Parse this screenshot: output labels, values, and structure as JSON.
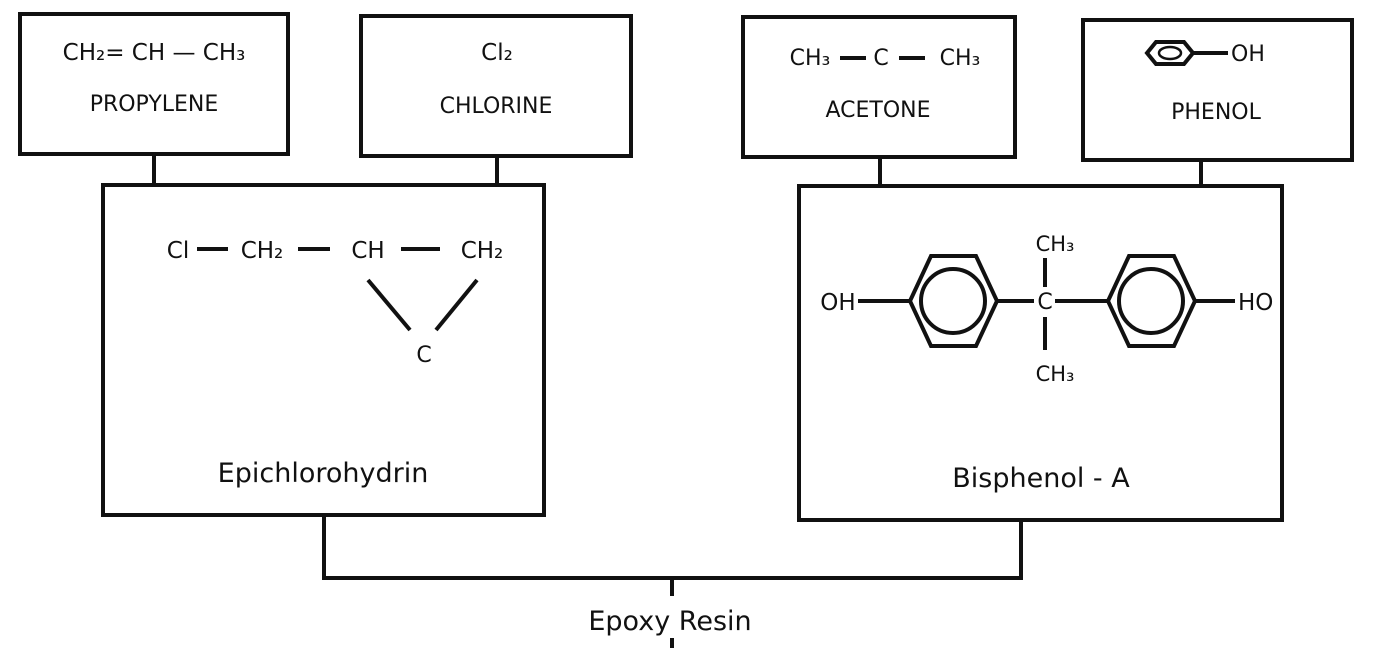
{
  "diagram": {
    "propylene": {
      "formula": "CH₂= CH — CH₃",
      "name": "PROPYLENE"
    },
    "chlorine": {
      "formula": "Cl₂",
      "name": "CHLORINE"
    },
    "acetone": {
      "formula_left": "CH₃",
      "formula_mid": "C",
      "formula_right": "CH₃",
      "name": "ACETONE"
    },
    "phenol": {
      "formula": "OH",
      "name": "PHENOL"
    },
    "epichlorohydrin": {
      "atom_cl": "Cl",
      "atom_ch2_a": "CH₂",
      "atom_ch": "CH",
      "atom_ch2_b": "CH₂",
      "atom_c": "C",
      "name": "Epichlorohydrin"
    },
    "bisphenol": {
      "oh_left": "OH",
      "ho_right": "HO",
      "ch3_top": "CH₃",
      "ch3_bottom": "CH₃",
      "center_c": "C",
      "name": "Bisphenol - A"
    },
    "product": "Epoxy Resin"
  }
}
